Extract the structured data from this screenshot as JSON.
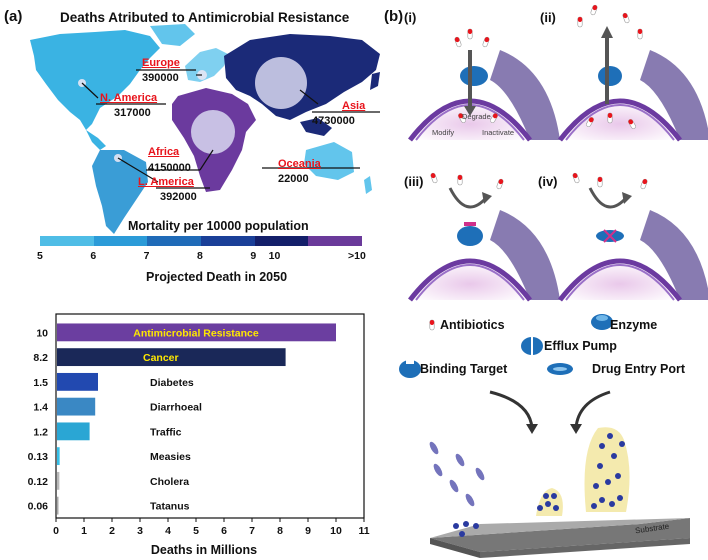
{
  "panel_a": {
    "label": "(a)",
    "map": {
      "title": "Deaths Atributed to Antimicrobial Resistance",
      "regions": [
        {
          "name": "Europe",
          "value": "390000"
        },
        {
          "name": "N. America",
          "value": "317000"
        },
        {
          "name": "Asia",
          "value": "4730000"
        },
        {
          "name": "Africa",
          "value": "4150000"
        },
        {
          "name": "L. America",
          "value": "392000"
        },
        {
          "name": "Oceania",
          "value": "22000"
        }
      ],
      "colors": {
        "light": "#3ab0e0",
        "mid": "#2a8cc8",
        "dark": "#1e3f90",
        "navy": "#141f5c",
        "purple": "#6a3a9a"
      }
    },
    "legend": {
      "title": "Mortality per 10000 population",
      "ticks": [
        "5",
        "6",
        "7",
        "8",
        "9",
        "10",
        ">10"
      ],
      "colors": [
        "#4fbde6",
        "#2b9bd8",
        "#1f6bb8",
        "#1a3f98",
        "#141f6a",
        "#6a3a9a"
      ],
      "subtitle": "Projected Death in 2050"
    }
  },
  "chart_data": {
    "type": "bar",
    "orientation": "horizontal",
    "categories": [
      "Antimicrobial Resistance",
      "Cancer",
      "Diabetes",
      "Diarrhoeal",
      "Traffic",
      "Measies",
      "Cholera",
      "Tatanus"
    ],
    "values": [
      10,
      8.2,
      1.5,
      1.4,
      1.2,
      0.13,
      0.12,
      0.06
    ],
    "value_labels": [
      "10",
      "8.2",
      "1.5",
      "1.4",
      "1.2",
      "0.13",
      "0.12",
      "0.06"
    ],
    "colors": [
      "#6b3ea0",
      "#1a2858",
      "#2249b0",
      "#3a88c4",
      "#2aa6d4",
      "#36c0e8",
      "#b8b8b8",
      "#a8a8a8"
    ],
    "label_colors": [
      "#ffe800",
      "#ffe800",
      "#111111",
      "#111111",
      "#111111",
      "#111111",
      "#111111",
      "#111111"
    ],
    "xlabel": "Deaths in Millions",
    "xlim": [
      0,
      11
    ],
    "xticks": [
      "0",
      "1",
      "2",
      "3",
      "4",
      "5",
      "6",
      "7",
      "8",
      "9",
      "10",
      "11"
    ]
  },
  "panel_b": {
    "label": "(b)",
    "mechanisms": [
      {
        "label": "(i)",
        "annotations": [
          "Degrade",
          "Modify",
          "Inactivate"
        ]
      },
      {
        "label": "(ii)"
      },
      {
        "label": "(iii)"
      },
      {
        "label": "(iv)"
      }
    ],
    "key": {
      "antibiotics": "Antibiotics",
      "enzyme": "Enzyme",
      "efflux_pump": "Efflux Pump",
      "binding_target": "Binding Target",
      "drug_entry_port": "Drug Entry Port"
    },
    "substrate_label": "Substrate"
  }
}
